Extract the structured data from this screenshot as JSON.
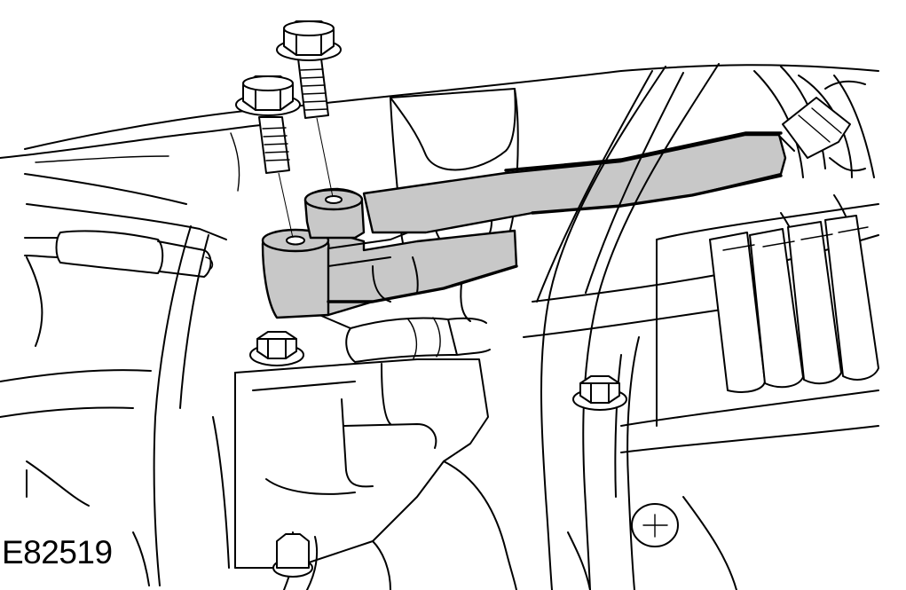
{
  "figure": {
    "id_label": "E82519",
    "fill_color": "#c8c8c8",
    "line_color": "#000000",
    "background": "#ffffff"
  },
  "parts": {
    "bolts": [
      "hex-flange-bolt",
      "hex-flange-bolt"
    ],
    "bracket": "shaded-mounting-bracket",
    "installed_bolts": [
      "hex-bolt",
      "hex-bolt",
      "hex-bolt"
    ]
  }
}
